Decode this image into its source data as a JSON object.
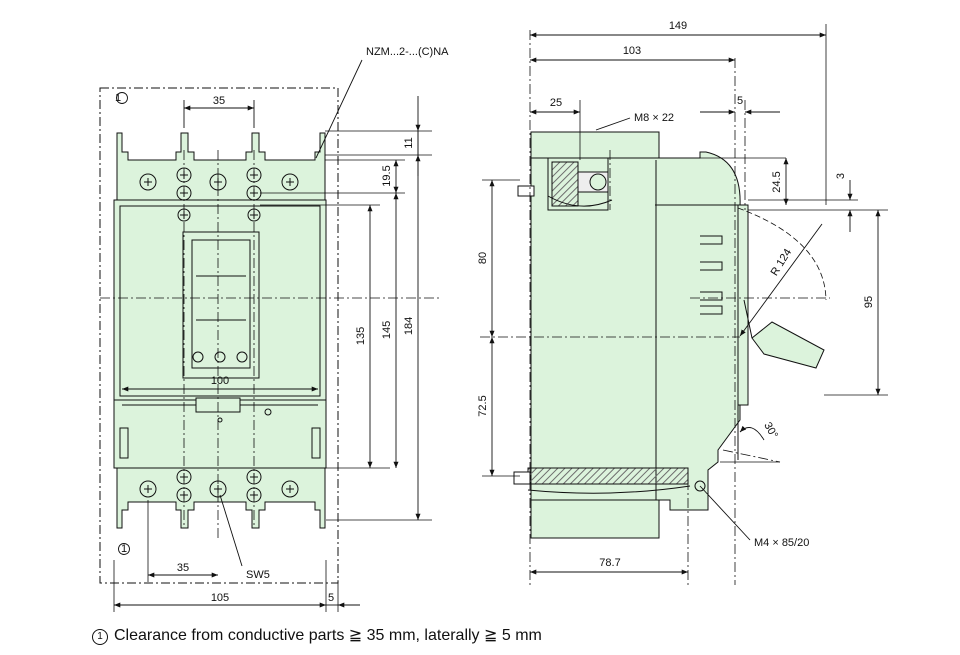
{
  "colors": {
    "body_fill": "#dcf3dc",
    "line": "#111111",
    "hatch": "#7a7a7a"
  },
  "front_view": {
    "marker": "1",
    "dims": {
      "top_pitch": "35",
      "bottom_pitch": "35",
      "width_100": "100",
      "width_105": "105",
      "gap_5": "5",
      "h_11": "11",
      "h_19_5": "19.5",
      "h_135": "135",
      "h_145": "145",
      "h_184": "184"
    },
    "labels": {
      "model": "NZM...2-...(C)NA",
      "sw": "SW5"
    }
  },
  "side_view": {
    "dims": {
      "w_149": "149",
      "w_103": "103",
      "w_25": "25",
      "w_5": "5",
      "w_78_7": "78.7",
      "h_24_5": "24.5",
      "h_3": "3",
      "h_80": "80",
      "h_72_5": "72.5",
      "h_95": "95",
      "radius": "R 124",
      "angle": "30°"
    },
    "labels": {
      "screw_top": "M8 × 22",
      "screw_bottom": "M4 × 85/20"
    }
  },
  "footnote": {
    "marker": "1",
    "text": "Clearance from conductive parts ≧ 35 mm, laterally ≧ 5 mm"
  }
}
